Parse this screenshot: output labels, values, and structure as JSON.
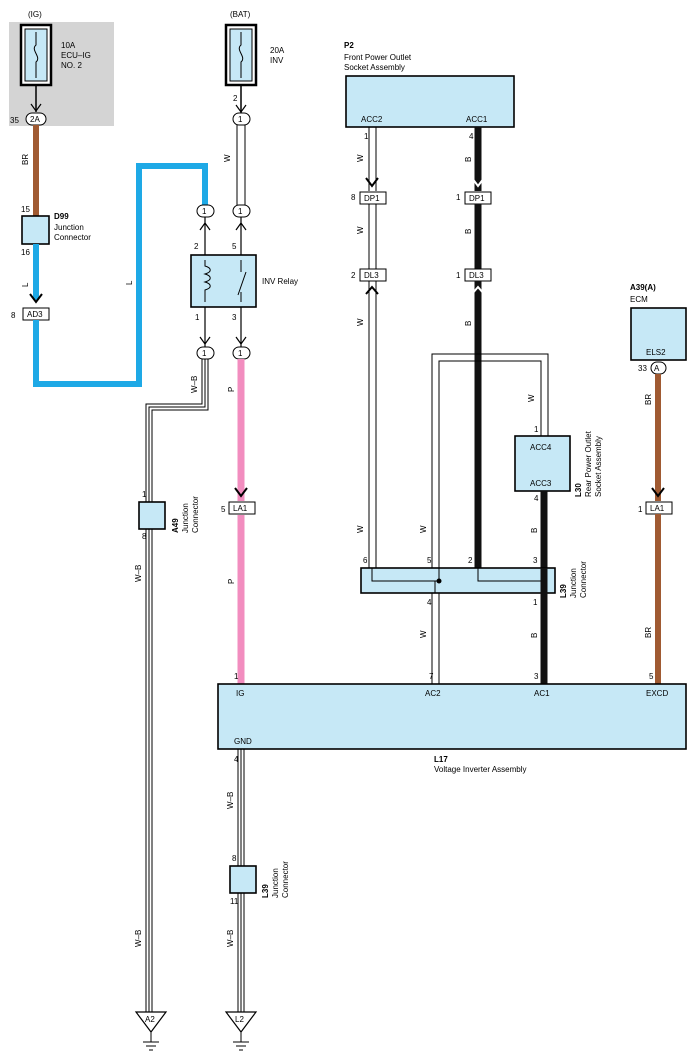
{
  "power_sources": {
    "ig": {
      "source": "(IG)",
      "rating": "10A",
      "name_line1": "ECU–IG",
      "name_line2": "NO. 2",
      "pin": "35",
      "connector": "2A"
    },
    "bat": {
      "source": "(BAT)",
      "rating": "20A",
      "name": "INV",
      "pin": "2",
      "connector": "1"
    }
  },
  "components": {
    "p2": {
      "id": "P2",
      "name_line1": "Front Power Outlet",
      "name_line2": "Socket Assembly",
      "terminal_left": "ACC2",
      "terminal_right": "ACC1",
      "pin_left": "1",
      "pin_right": "4"
    },
    "d99": {
      "id": "D99",
      "name_line1": "Junction",
      "name_line2": "Connector",
      "pin_top": "15",
      "pin_bottom": "16"
    },
    "inv_relay": {
      "name": "INV Relay",
      "pin2": "2",
      "pin5": "5",
      "pin1": "1",
      "pin3": "3"
    },
    "a49": {
      "id": "A49",
      "name_line1": "Junction",
      "name_line2": "Connector",
      "pin_top": "1",
      "pin_bottom": "8"
    },
    "l30": {
      "id": "L30",
      "name_line1": "Rear Power Outlet",
      "name_line2": "Socket Assembly",
      "terminal_top": "ACC4",
      "terminal_bottom": "ACC3",
      "pin_top": "1",
      "pin_bottom": "4"
    },
    "a39": {
      "id": "A39(A)",
      "name": "ECM",
      "terminal": "ELS2",
      "pin": "33",
      "connector": "A"
    },
    "l39_mid": {
      "id": "L39",
      "name_line1": "Junction",
      "name_line2": "Connector",
      "pins_top": [
        "6",
        "5",
        "2",
        "3"
      ],
      "pins_bottom": [
        "4",
        "1"
      ]
    },
    "l17": {
      "id": "L17",
      "name": "Voltage Inverter Assembly",
      "terminals": [
        "IG",
        "AC2",
        "AC1",
        "EXCD",
        "GND"
      ],
      "pins": [
        "1",
        "7",
        "3",
        "5",
        "4"
      ]
    },
    "l39_low": {
      "id": "L39",
      "name_line1": "Junction",
      "name_line2": "Connector",
      "pin_top": "8",
      "pin_bottom": "11"
    }
  },
  "connectors": {
    "ad3": {
      "label": "AD3",
      "pin": "8"
    },
    "dp1_left": {
      "label": "DP1",
      "pin": "8"
    },
    "dp1_right": {
      "label": "DP1",
      "pin": "1"
    },
    "dl3_left": {
      "label": "DL3",
      "pin": "2"
    },
    "dl3_right": {
      "label": "DL3",
      "pin": "1"
    },
    "la1_center": {
      "label": "LA1",
      "pin": "5"
    },
    "la1_right": {
      "label": "LA1",
      "pin": "1"
    },
    "c1_upper_a": {
      "label": "1"
    },
    "c1_upper_b": {
      "label": "1"
    },
    "c1_lower_a": {
      "label": "1"
    },
    "c1_lower_b": {
      "label": "1"
    }
  },
  "wire_colors": {
    "br": "BR",
    "l": "L",
    "w": "W",
    "b": "B",
    "p": "P",
    "wb": "W–B"
  },
  "grounds": {
    "left": "A2",
    "right": "L2"
  },
  "colors": {
    "component_fill": "#c6e8f6",
    "ig_box_bg": "#d4d4d4",
    "wire_br": "#a05a32",
    "wire_l": "#1ea9e6",
    "wire_p": "#f28dbf",
    "wire_b": "#111111"
  }
}
